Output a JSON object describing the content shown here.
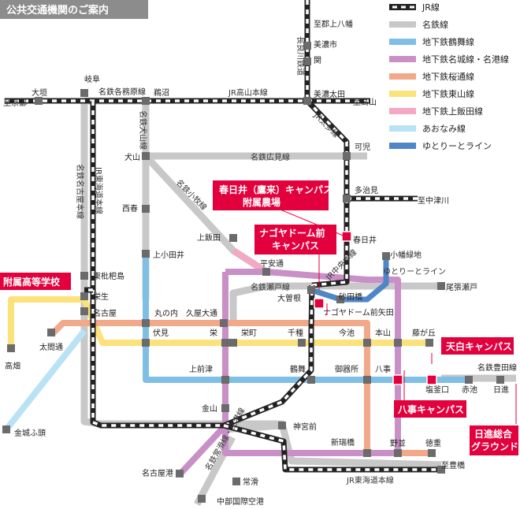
{
  "title": "公共交通機関のご案内",
  "colors": {
    "jr": "#222222",
    "meitetsu": "#c8c8c8",
    "tsurumai": "#7fbfe6",
    "meijo": "#c98fc7",
    "sakuradori": "#f2a98a",
    "higashiyama": "#fbe27a",
    "kamiiida": "#f4a8c4",
    "aonami": "#b9e2f5",
    "yutorito": "#4f86c6",
    "campus": "#e2003d",
    "station": "#6b6b6b"
  },
  "legend": [
    {
      "key": "jr",
      "label": "JR線"
    },
    {
      "key": "meitetsu",
      "label": "名鉄線"
    },
    {
      "key": "tsurumai",
      "label": "地下鉄鶴舞線"
    },
    {
      "key": "meijo",
      "label": "地下鉄名城線・名港線"
    },
    {
      "key": "sakuradori",
      "label": "地下鉄桜通線"
    },
    {
      "key": "higashiyama",
      "label": "地下鉄東山線"
    },
    {
      "key": "kamiiida",
      "label": "地下鉄上飯田線"
    },
    {
      "key": "aonami",
      "label": "あおなみ線"
    },
    {
      "key": "yutorito",
      "label": "ゆとりーとライン"
    }
  ],
  "campuses": {
    "kasugai": [
      "春日井（鷹来）キャンパス",
      "附属農場"
    ],
    "dome": [
      "ナゴヤドーム前",
      "キャンパス"
    ],
    "fuzoku": "附属高等学校",
    "tenpaku": "天白キャンパス",
    "yagoto": "八事キャンパス",
    "nisshin": [
      "日進総合",
      "グラウンド"
    ]
  },
  "stations": {
    "mino": "美濃市",
    "seki": "関",
    "minoota": "美濃太田",
    "kani": "可児",
    "tajimi": "多治見",
    "kasugai": "春日井",
    "ogaki": "大垣",
    "gifu": "岐阜",
    "kakamigahara": "名鉄各務原線",
    "unuma": "鵜沼",
    "inuyama": "犬山",
    "nishiharu": "西春",
    "kamiiida": "上飯田",
    "kamiotai": "上小田井",
    "biwajima": "東枇杷島",
    "sakou": "栄生",
    "nagoya": "名古屋",
    "marunouchi": "丸の内",
    "hisaya": "久屋大通",
    "fushimi": "伏見",
    "sakae": "栄",
    "sakaemachi": "栄町",
    "heiancho": "平安通",
    "ozone": "大曽根",
    "chikusa": "千種",
    "imaike": "今池",
    "motoyama": "本山",
    "fujigaoka": "藤が丘",
    "kamimaezu": "上前津",
    "tsurumai": "鶴舞",
    "gokiso": "御器所",
    "yagoto": "八事",
    "shiogamaguchi": "塩釜口",
    "akaike": "赤池",
    "nisshin": "日進",
    "toyota": "名鉄豊田線",
    "kanayama": "金山",
    "jingumae": "神宮前",
    "arahata": "新瑞橋",
    "nodami": "野並",
    "tokushige": "徳重",
    "nagoyako": "名古屋港",
    "tokoname": "常滑",
    "chubu": "中部国際空港",
    "kinjo": "金城ふ頭",
    "takabata": "高畑",
    "taikodori": "太閤通",
    "sunada": "砂田橋",
    "domeyada": "ナゴヤドーム前矢田",
    "obata": "小幡緑地",
    "owariseto": "尾張瀬戸",
    "toyohashi": "至豊橋",
    "to_kyoto": "至京都",
    "to_kamihachiman": "至郡上八幡",
    "to_takayama": "至高山",
    "to_nakatsugawa": "至中津川"
  },
  "line_labels": {
    "jr_takayama": "JR高山本線",
    "jr_tokaido": "JR東海道本線",
    "jr_tokaido_v": "JR東海道本線",
    "jr_taita": "JR太多線",
    "jr_chuo": "JR中央本線",
    "nagara": "長良川鉄道",
    "meitetsu_nagoya": "名鉄名古屋本線",
    "meitetsu_inuyama": "名鉄犬山線",
    "meitetsu_hiromi": "名鉄広見線",
    "meitetsu_komaki": "名鉄小牧線",
    "meitetsu_seto": "名鉄瀬戸線",
    "meitetsu_tokoname": "名鉄常滑線・空港線",
    "yutorito": "ゆとりーとライン"
  }
}
